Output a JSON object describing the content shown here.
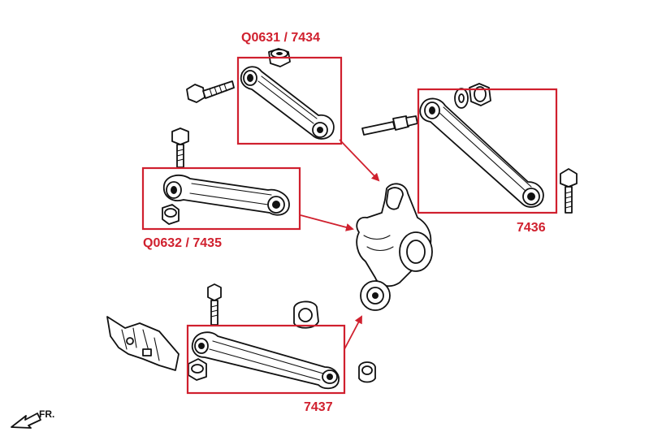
{
  "colors": {
    "accent": "#d0202e",
    "line": "#111111",
    "background": "#ffffff"
  },
  "parts": [
    {
      "id": "upper-camber-arm",
      "label": "Q0631 / 7434"
    },
    {
      "id": "toe-control-arm",
      "label": "Q0632 / 7435"
    },
    {
      "id": "rear-trailing-arm",
      "label": "7436"
    },
    {
      "id": "lower-control-arm",
      "label": "7437"
    }
  ],
  "direction": {
    "label": "FR.",
    "icon": "front-direction-arrow-icon"
  }
}
